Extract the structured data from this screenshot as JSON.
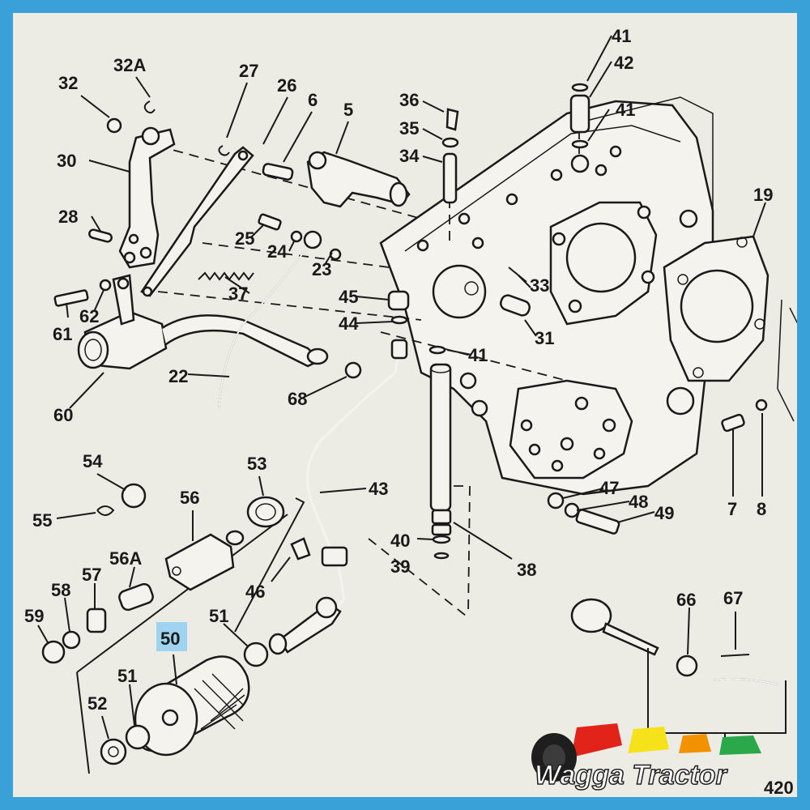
{
  "diagram": {
    "labels": {
      "l32": "32",
      "l32a": "32A",
      "l27": "27",
      "l26": "26",
      "l6": "6",
      "l5": "5",
      "l36": "36",
      "l35": "35",
      "l34": "34",
      "l41a": "41",
      "l42": "42",
      "l41b": "41",
      "l30": "30",
      "l28": "28",
      "l25": "25",
      "l24": "24",
      "l23": "23",
      "l19": "19",
      "l37": "37",
      "l61": "61",
      "l62": "62",
      "l45": "45",
      "l44": "44",
      "l33": "33",
      "l31": "31",
      "l41c": "41",
      "l60": "60",
      "l22": "22",
      "l68": "68",
      "l7": "7",
      "l8": "8",
      "l54": "54",
      "l53": "53",
      "l55": "55",
      "l56": "56",
      "l43": "43",
      "l47": "47",
      "l48": "48",
      "l49": "49",
      "l56a": "56A",
      "l57": "57",
      "l58": "58",
      "l46": "46",
      "l40": "40",
      "l39": "39",
      "l38": "38",
      "l59": "59",
      "l51a": "51",
      "l50": "50",
      "l66": "66",
      "l67": "67",
      "l51b": "51",
      "l52": "52"
    },
    "highlight_label": "50",
    "highlight_color": "#9fd3ef",
    "page_number": "420"
  },
  "logo": {
    "text": "Wagga Tractor",
    "colors": [
      "#e2231a",
      "#f5e21b",
      "#2aa84a",
      "#f39200"
    ]
  }
}
